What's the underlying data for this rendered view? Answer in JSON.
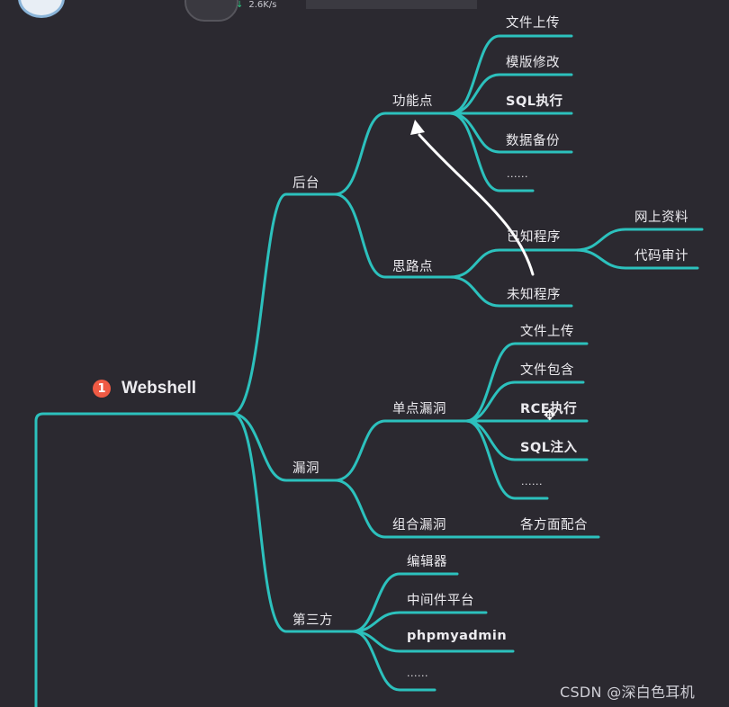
{
  "root": {
    "badge": "1",
    "label": "Webshell"
  },
  "branches": {
    "houtai": "后台",
    "gongnengdian": "功能点",
    "gongneng_items": [
      "文件上传",
      "模版修改",
      "SQL执行",
      "数据备份",
      "......"
    ],
    "siludian": "思路点",
    "yizhi": "已知程序",
    "weizhi": "未知程序",
    "yizhi_items": [
      "网上资料",
      "代码审计"
    ],
    "loudong": "漏洞",
    "dandian": "单点漏洞",
    "dandian_items": [
      "文件上传",
      "文件包含",
      "RCE执行",
      "SQL注入",
      "......"
    ],
    "zuhe": "组合漏洞",
    "zuhe_item": "各方面配合",
    "disanfang": "第三方",
    "disanfang_items": [
      "编辑器",
      "中间件平台",
      "phpmyadmin",
      "......"
    ]
  },
  "topbar": {
    "speed": "2.6K/s"
  },
  "watermark": "CSDN @深白色耳机",
  "colors": {
    "background": "#2b2930",
    "line": "#2cc1bd",
    "text": "#ecebef",
    "badge": "#ef5a44"
  }
}
